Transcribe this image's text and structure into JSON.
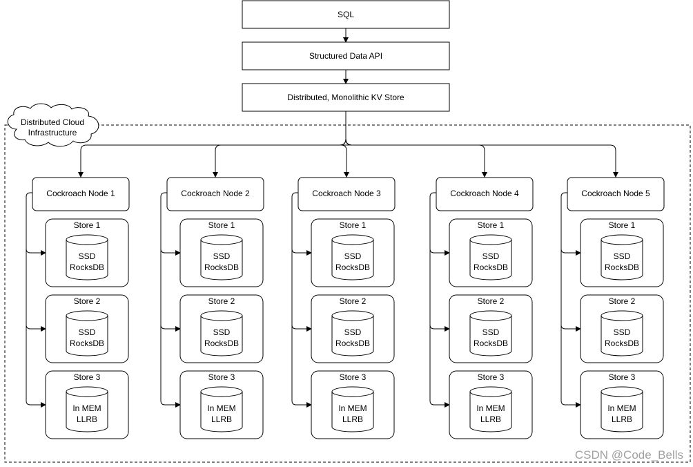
{
  "top": {
    "sql": "SQL",
    "api": "Structured Data API",
    "kv": "Distributed, Monolithic KV Store"
  },
  "cloud": {
    "line1": "Distributed Cloud",
    "line2": "Infrastructure"
  },
  "nodes": [
    {
      "title": "Cockroach Node 1",
      "stores": [
        {
          "label": "Store 1",
          "db_line1": "SSD",
          "db_line2": "RocksDB"
        },
        {
          "label": "Store 2",
          "db_line1": "SSD",
          "db_line2": "RocksDB"
        },
        {
          "label": "Store 3",
          "db_line1": "In MEM",
          "db_line2": "LLRB"
        }
      ]
    },
    {
      "title": "Cockroach Node 2",
      "stores": [
        {
          "label": "Store 1",
          "db_line1": "SSD",
          "db_line2": "RocksDB"
        },
        {
          "label": "Store 2",
          "db_line1": "SSD",
          "db_line2": "RocksDB"
        },
        {
          "label": "Store 3",
          "db_line1": "In MEM",
          "db_line2": "LLRB"
        }
      ]
    },
    {
      "title": "Cockroach Node 3",
      "stores": [
        {
          "label": "Store 1",
          "db_line1": "SSD",
          "db_line2": "RocksDB"
        },
        {
          "label": "Store 2",
          "db_line1": "SSD",
          "db_line2": "RocksDB"
        },
        {
          "label": "Store 3",
          "db_line1": "In MEM",
          "db_line2": "LLRB"
        }
      ]
    },
    {
      "title": "Cockroach Node 4",
      "stores": [
        {
          "label": "Store 1",
          "db_line1": "SSD",
          "db_line2": "RocksDB"
        },
        {
          "label": "Store 2",
          "db_line1": "SSD",
          "db_line2": "RocksDB"
        },
        {
          "label": "Store 3",
          "db_line1": "In MEM",
          "db_line2": "LLRB"
        }
      ]
    },
    {
      "title": "Cockroach Node 5",
      "stores": [
        {
          "label": "Store 1",
          "db_line1": "SSD",
          "db_line2": "RocksDB"
        },
        {
          "label": "Store 2",
          "db_line1": "SSD",
          "db_line2": "RocksDB"
        },
        {
          "label": "Store 3",
          "db_line1": "In MEM",
          "db_line2": "LLRB"
        }
      ]
    }
  ],
  "watermark": "CSDN @Code_Bells"
}
